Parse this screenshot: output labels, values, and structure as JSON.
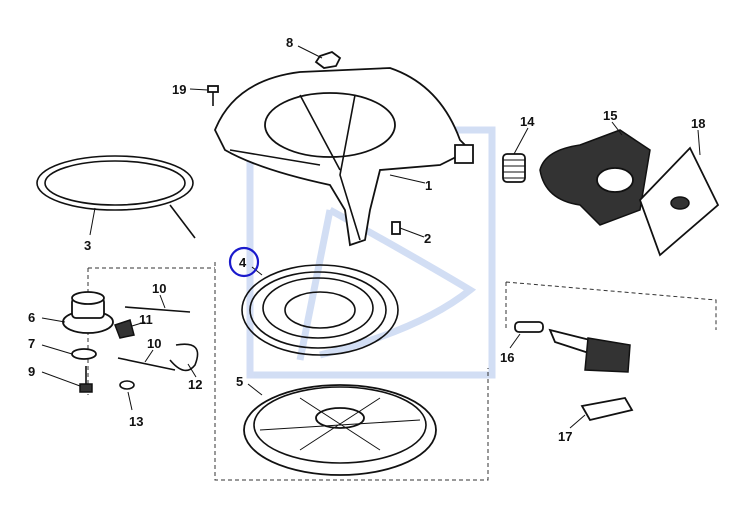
{
  "diagram": {
    "callouts": [
      "1",
      "2",
      "3",
      "4",
      "5",
      "6",
      "7",
      "8",
      "9",
      "10",
      "10",
      "11",
      "12",
      "13",
      "14",
      "15",
      "16",
      "17",
      "18",
      "19"
    ],
    "highlighted_callout": "4",
    "highlight_color": "#1a1acc",
    "watermark_color": "#c8d6f2"
  }
}
